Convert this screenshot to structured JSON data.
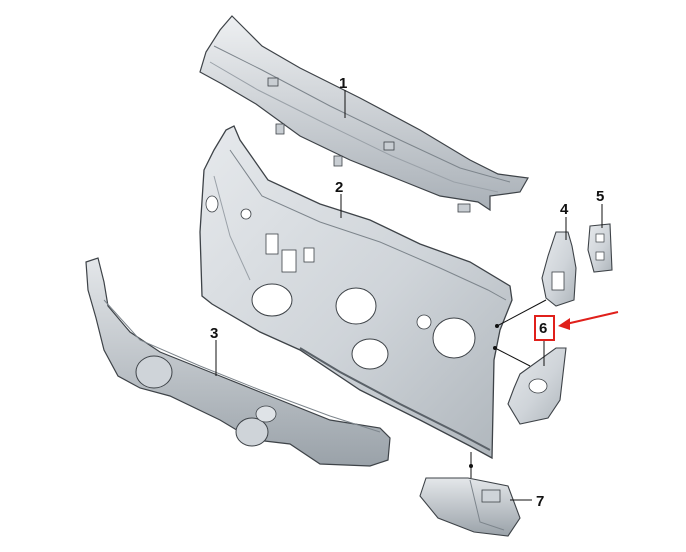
{
  "diagram": {
    "callouts": [
      {
        "id": "cowl-panel",
        "label": "1"
      },
      {
        "id": "bulkhead",
        "label": "2"
      },
      {
        "id": "crossmember",
        "label": "3"
      },
      {
        "id": "bracket-4",
        "label": "4"
      },
      {
        "id": "bracket-5",
        "label": "5"
      },
      {
        "id": "bracket-6",
        "label": "6"
      },
      {
        "id": "bracket-7",
        "label": "7"
      }
    ],
    "highlight": {
      "target": "6",
      "box_color": "#e0201b",
      "arrow_color": "#e0201b"
    },
    "colors": {
      "metal_light": "#dfe3e7",
      "metal_mid": "#c4cad0",
      "metal_dark": "#8e969d",
      "outline": "#3e4348"
    }
  }
}
